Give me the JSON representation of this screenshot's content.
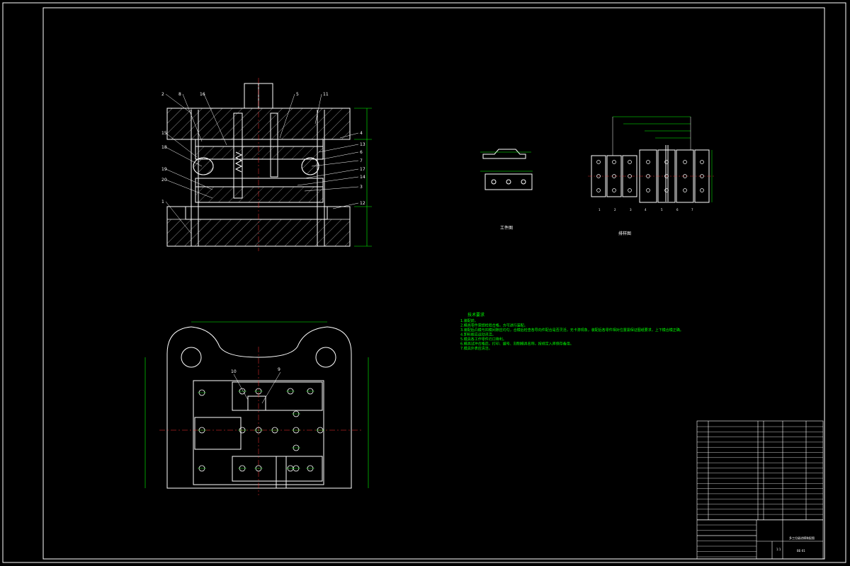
{
  "colors": {
    "background": "#000000",
    "outline": "#ffffff",
    "dimension": "#00ff00",
    "centerline": "#ff3333",
    "hatch": "#ffffff"
  },
  "section_view": {
    "part_numbers": [
      "2",
      "8",
      "16",
      "5",
      "11",
      "4",
      "15",
      "13",
      "18",
      "6",
      "7",
      "19",
      "17",
      "20",
      "14",
      "3",
      "1",
      "12"
    ]
  },
  "plan_view": {
    "callouts": [
      "10",
      "9"
    ]
  },
  "workpiece": {
    "caption": "工件图"
  },
  "layout_drawing": {
    "caption": "排样图",
    "station_numbers": [
      "1",
      "2",
      "3",
      "4",
      "5",
      "6",
      "7"
    ]
  },
  "tech_requirements": {
    "title": "技术要求",
    "lines": [
      "1.装配前。",
      "2.模具零件需经检验合格，方可进行装配。",
      "3.装配后凸模与凹模间隙应均匀，合模后检查各导向件配合是否灵活，无卡滞现象，装配后各零件相对位置需保证图纸要求，上下模合模正确。",
      "4.卸料板应运动灵活。",
      "5.模具各工作零件刃口锋利。",
      "6.模具试冲合格后，打印、编号、刻制模具名称，按规定入库保存备用。",
      "7.模具外表应清洁。"
    ]
  },
  "title_block": {
    "product_title": "多工位级进模装配图",
    "scale": "1:1",
    "drawing_no": "BE-01"
  }
}
